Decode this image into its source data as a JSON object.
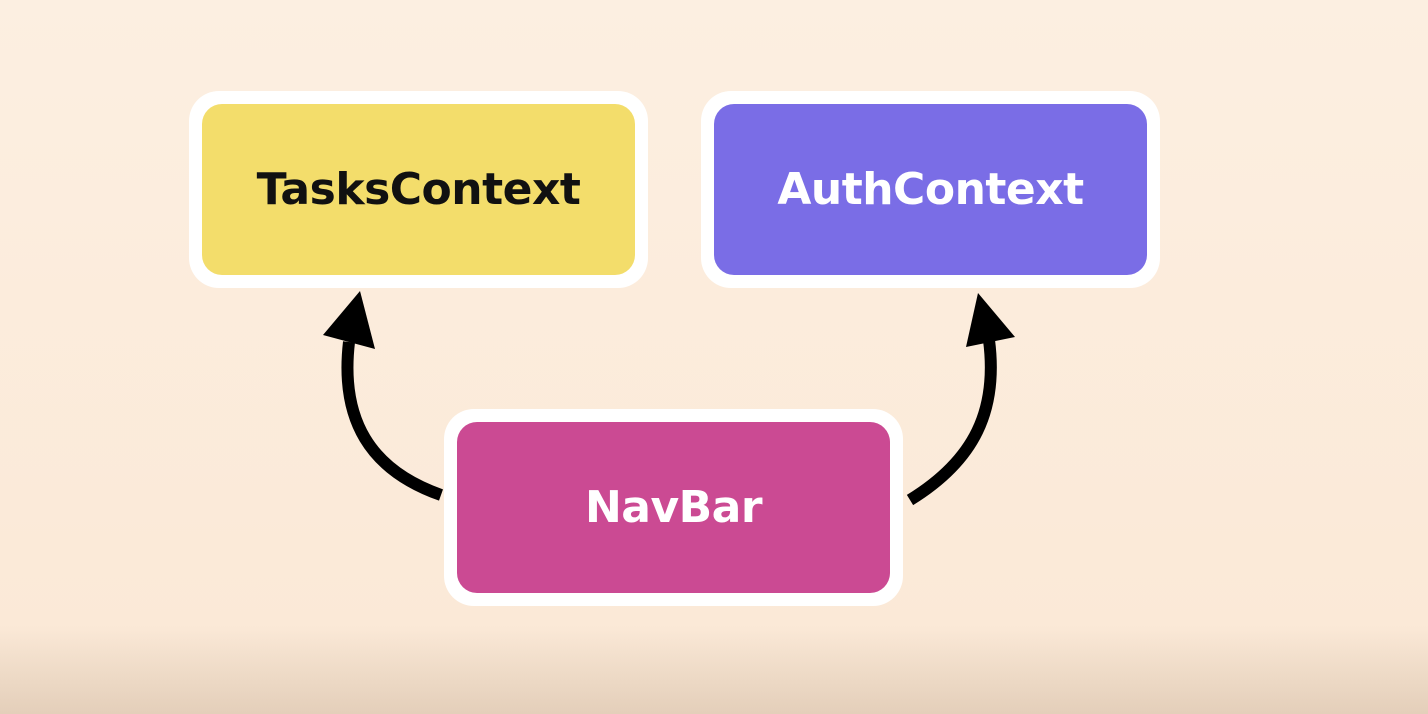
{
  "diagram": {
    "nodes": [
      {
        "id": "tasks",
        "label": "TasksContext",
        "fill": "#f3dd6b",
        "text_color": "#111111"
      },
      {
        "id": "auth",
        "label": "AuthContext",
        "fill": "#7a6de6",
        "text_color": "#ffffff"
      },
      {
        "id": "navbar",
        "label": "NavBar",
        "fill": "#cb4a93",
        "text_color": "#ffffff"
      }
    ],
    "edges": [
      {
        "from": "navbar",
        "to": "tasks"
      },
      {
        "from": "navbar",
        "to": "auth"
      }
    ],
    "colors": {
      "background": "#fbeadb",
      "node_border": "#ffffff",
      "arrow": "#000000"
    }
  }
}
